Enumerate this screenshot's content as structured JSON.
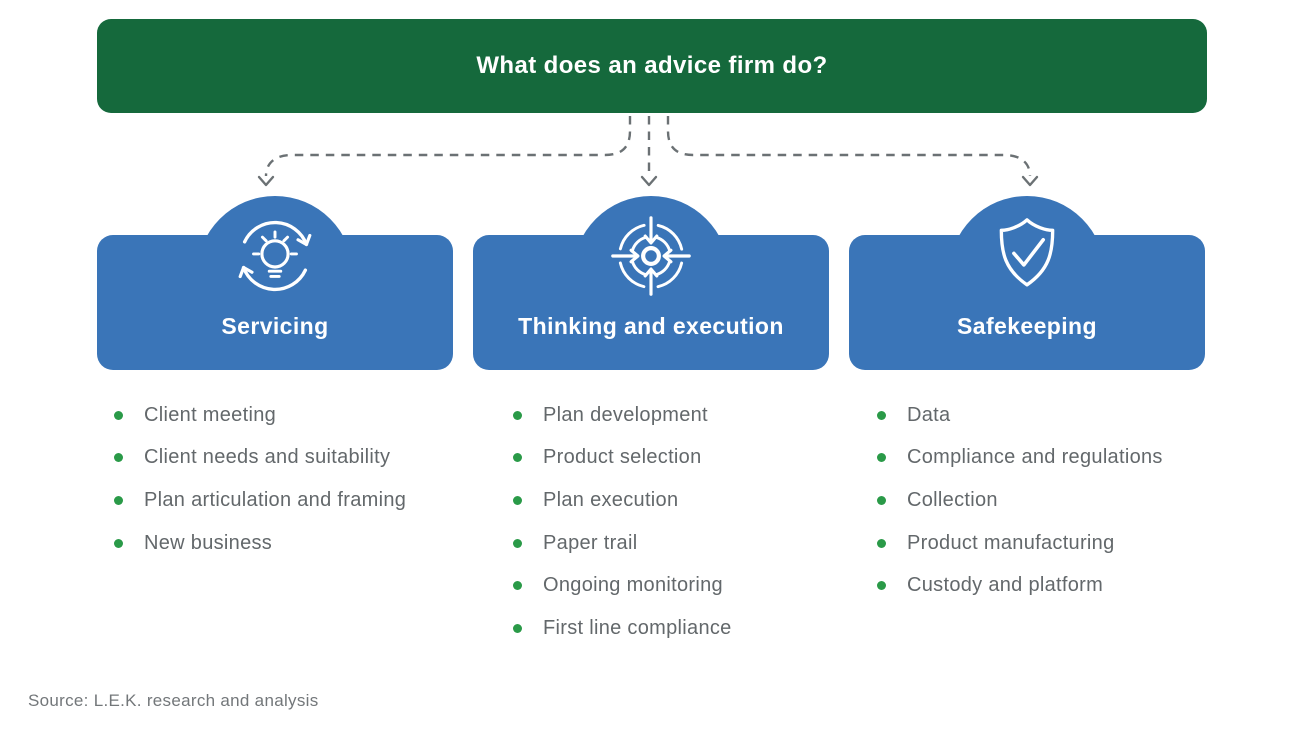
{
  "header": {
    "title": "What does an advice firm do?"
  },
  "columns": [
    {
      "label": "Servicing",
      "icon": "cycle-lightbulb-icon",
      "items": [
        "Client meeting",
        "Client needs and suitability",
        "Plan articulation and framing",
        "New business"
      ]
    },
    {
      "label": "Thinking and execution",
      "icon": "target-arrows-icon",
      "items": [
        "Plan development",
        "Product selection",
        "Plan execution",
        "Paper trail",
        "Ongoing monitoring",
        "First line compliance"
      ]
    },
    {
      "label": "Safekeeping",
      "icon": "shield-check-icon",
      "items": [
        "Data",
        "Compliance and regulations",
        "Collection",
        "Product manufacturing",
        "Custody and platform"
      ]
    }
  ],
  "source": "Source: L.E.K. research and analysis",
  "colors": {
    "header_green": "#15693c",
    "pillar_blue": "#3a75b8",
    "bullet_green": "#2a9a48",
    "list_text_gray": "#63686b",
    "source_text_gray": "#73777a",
    "connector_gray": "#6b7174",
    "text_on_fill": "#ffffff"
  }
}
